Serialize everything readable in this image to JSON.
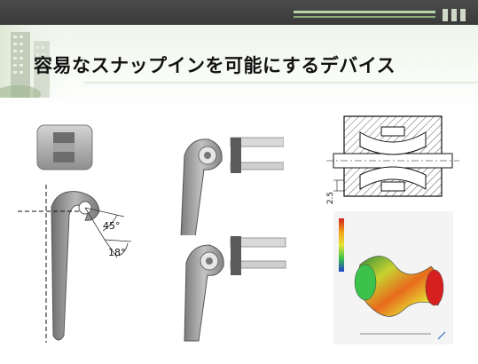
{
  "slide": {
    "title": "容易なスナップインを可能にするデバイス",
    "hook_figure": {
      "angle_top": "45°",
      "angle_bottom": "18°"
    },
    "cross_section": {
      "dimension_label": "2.5"
    }
  },
  "colors": {
    "topbar": "#3d3d3d",
    "accent_green": "#b9d3a6",
    "metal_gray": "#8a8a8a"
  }
}
